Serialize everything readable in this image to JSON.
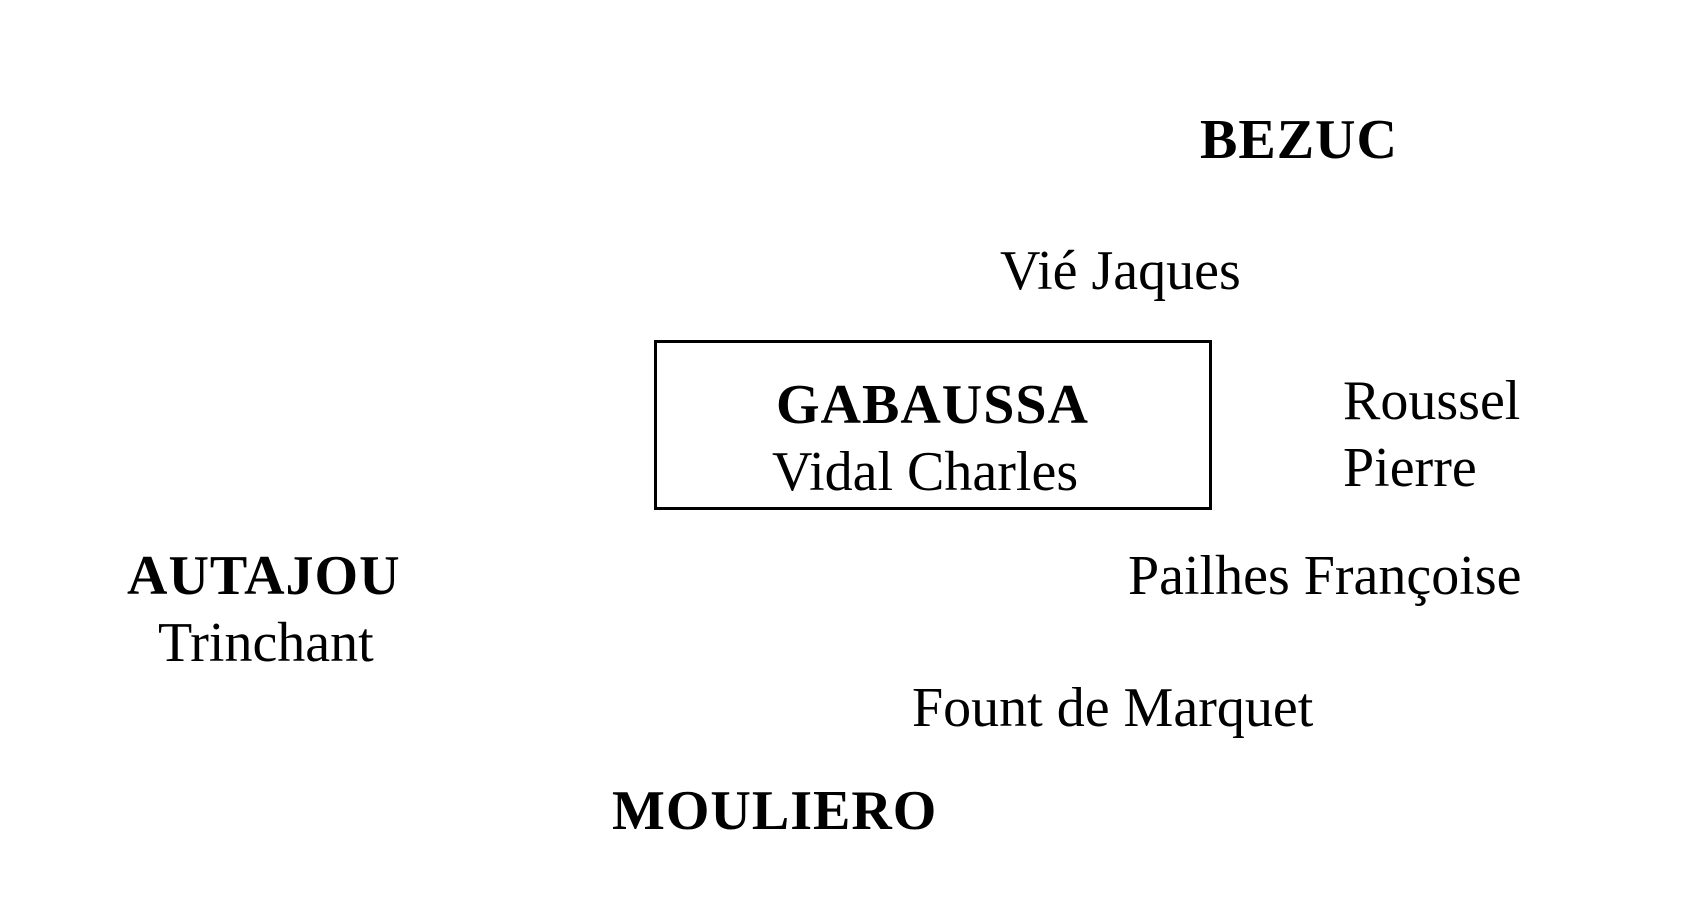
{
  "north": {
    "place": "BEZUC"
  },
  "north_neighbor": {
    "name": "Vié Jaques"
  },
  "center": {
    "place": "GABAUSSA",
    "person": "Vidal Charles"
  },
  "east_neighbor": {
    "line1": "Roussel",
    "line2": "Pierre"
  },
  "west": {
    "place": "AUTAJOU",
    "person": "Trinchant"
  },
  "southeast_neighbor": {
    "name": "Pailhes Françoise"
  },
  "south_neighbor": {
    "name": "Fount de Marquet"
  },
  "south": {
    "place": "MOULIERO"
  }
}
